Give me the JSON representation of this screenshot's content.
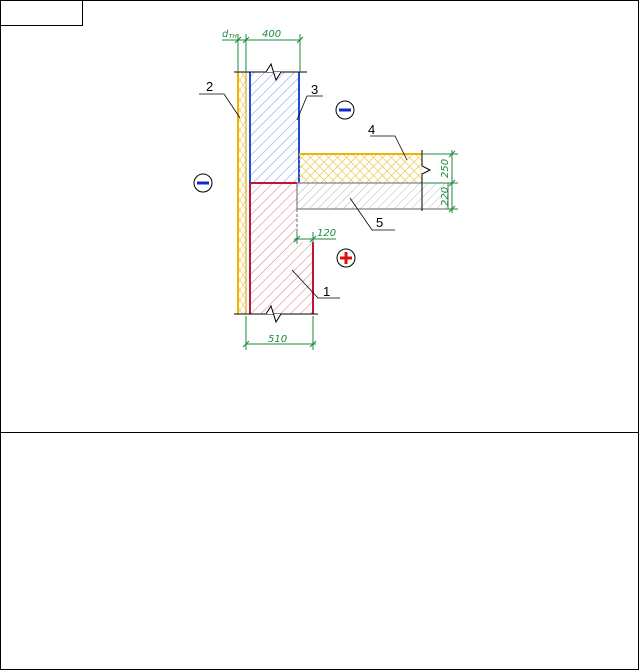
{
  "labels": {
    "l1": "1",
    "l2": "2",
    "l3": "3",
    "l4": "4",
    "l5": "5"
  },
  "dimensions": {
    "top_width": "400",
    "bottom_width": "510",
    "step_width": "120",
    "insulation_height": "250",
    "slab_height": "220",
    "insulation_thickness": "d",
    "insulation_thickness_sub": "тн"
  },
  "zones": {
    "outside_upper": "−",
    "outside_left": "−",
    "inside": "+"
  },
  "colors": {
    "dimension": "#1a8a3a",
    "insulation": "#f0b400",
    "masonry_blue": "#1e4fd8",
    "masonry_red": "#c0143c",
    "slab": "#888888",
    "minus_sign": "#1428c8",
    "plus_sign": "#e01010"
  }
}
